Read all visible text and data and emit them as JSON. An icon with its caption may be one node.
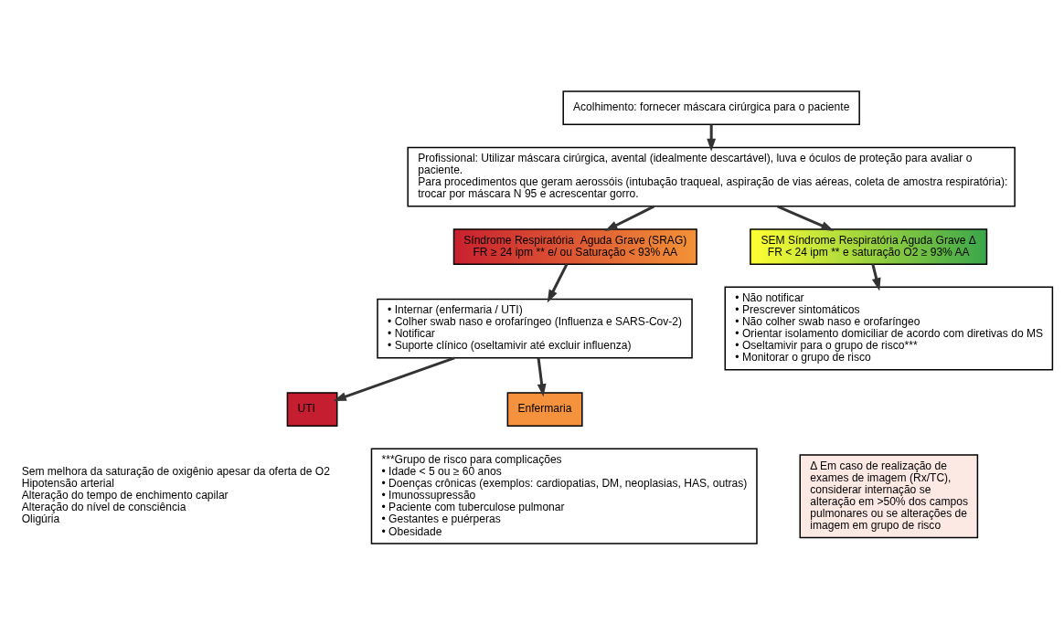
{
  "diagram": {
    "nodes": [
      {
        "text": [
          "Acolhimento: fornecer máscara cirúrgica para o paciente"
        ]
      },
      {
        "text": [
          "Profissional: Utilizar máscara cirúrgica, avental (idealmente descartável), luva e óculos de proteção para avaliar o paciente.",
          "Para procedimentos que geram aerossóis (intubação traqueal, aspiração de vias aéreas, coleta de amostra respiratória): trocar por máscara N 95 e acrescentar gorro."
        ]
      },
      {
        "text": [
          "Síndrome Respiratória  Aguda Grave (SRAG)",
          "FR ≥ 24 ipm ** e/ ou Saturação < 93% AA"
        ]
      },
      {
        "text": [
          "SEM Síndrome Respiratória Aguda Grave Δ",
          "FR < 24 ipm ** e saturação O2 ≥ 93% AA"
        ]
      },
      {
        "text": [
          "• Internar (enfermaria / UTI)",
          "• Colher swab naso e orofaríngeo (Influenza e SARS-Cov-2)",
          "• Notificar",
          "• Suporte clínico (oseltamivir até excluir influenza)"
        ]
      },
      {
        "text": [
          "• Não notificar",
          "• Prescrever sintomáticos",
          "• Não colher swab naso e orofaríngeo",
          "• Orientar isolamento domiciliar de acordo com diretivas do MS",
          "• Oseltamivir para o grupo de risco***",
          "• Monitorar o grupo de risco"
        ]
      },
      {
        "text": [
          "UTI"
        ]
      },
      {
        "text": [
          "Enfermaria"
        ]
      },
      {
        "text": [
          "***Grupo de risco para complicações",
          "• Idade < 5 ou ≥ 60 anos",
          "• Doenças crônicas (exemplos: cardiopatias, DM, neoplasias, HAS, outras)",
          "• Imunossupressão",
          "• Paciente com tuberculose pulmonar",
          "• Gestantes e puérperas",
          "• Obesidade"
        ]
      },
      {
        "text": [
          "Δ Em caso de realização de exames de imagem (Rx/TC), considerar internação se alteração em >50% dos campos pulmonares ou se alterações de imagem em grupo de risco"
        ]
      }
    ],
    "edges": [
      {
        "from": 0,
        "to": 1,
        "arrow": "to"
      },
      {
        "from": 1,
        "to": 2,
        "arrow": "to"
      },
      {
        "from": 1,
        "to": 3,
        "arrow": "to"
      },
      {
        "from": 2,
        "to": 4,
        "arrow": "to"
      },
      {
        "from": 3,
        "to": 5,
        "arrow": "to"
      },
      {
        "from": 4,
        "to": 6,
        "arrow": "to"
      },
      {
        "from": 4,
        "to": 7,
        "arrow": "to"
      }
    ],
    "labels": [
      "Sem melhora da saturação de oxigênio apesar da oferta de O2",
      "Hipotensão arterial",
      "Alteração do tempo de enchimento capilar",
      "Alteração do nível de consciência",
      "Oligúria"
    ]
  }
}
